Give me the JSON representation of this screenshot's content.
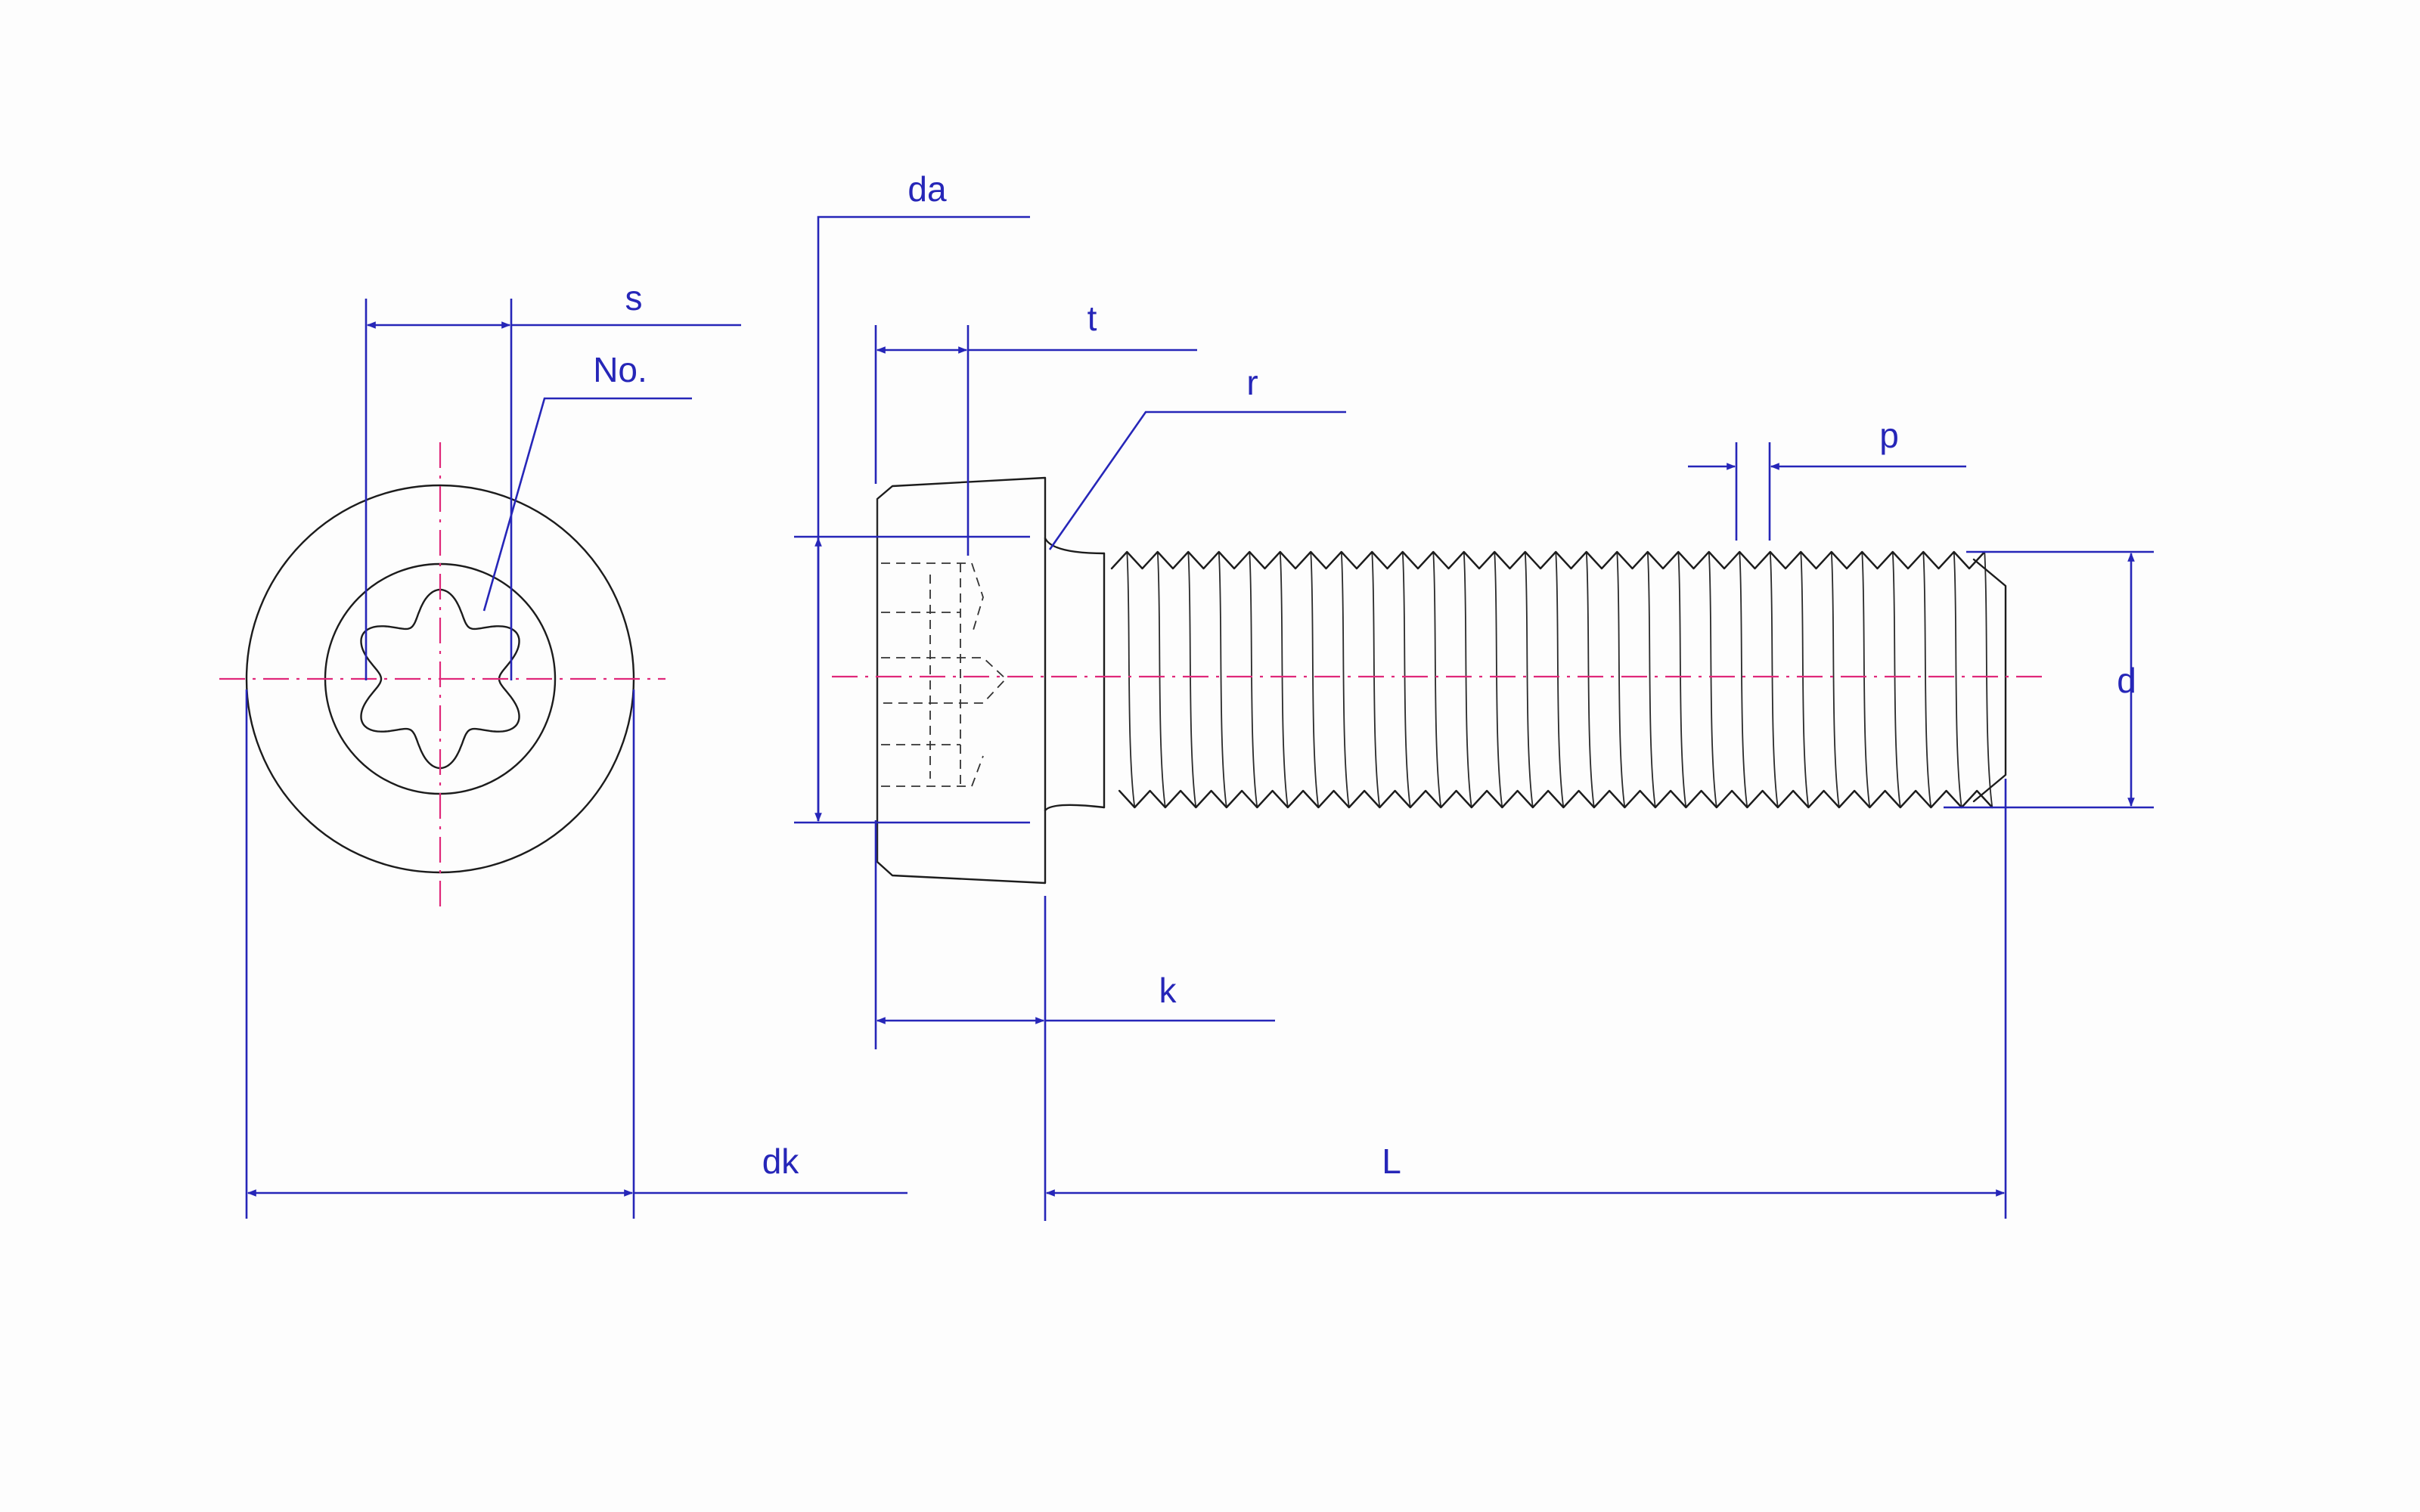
{
  "colors": {
    "background": "#fdfdfd",
    "part": "#1c1c1c",
    "dimension": "#2626b8",
    "centerline": "#e0287a"
  },
  "dimension_labels": {
    "s": "s",
    "no": "No.",
    "da": "da",
    "t": "t",
    "r": "r",
    "p": "p",
    "d": "d",
    "k": "k",
    "dk": "dk",
    "L": "L"
  }
}
